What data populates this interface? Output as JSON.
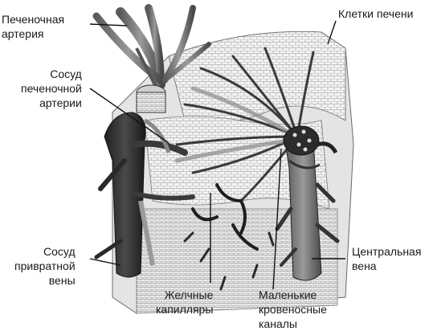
{
  "labels": {
    "hepatic_artery": "Печеночная\nартерия",
    "hepatic_artery_vessel": "Сосуд\nпеченочной\nартерии",
    "portal_vein_vessel": "Сосуд\nпривратной\nвены",
    "liver_cells": "Клетки печени",
    "central_vein": "Центральная\nвена",
    "bile_capillaries": "Желчные\nкапилляры",
    "small_blood_channels": "Маленькие\nкровеносные\nканалы"
  },
  "colors": {
    "vessel_dark": "#2b2b2b",
    "vessel_mid": "#6e6e6e",
    "tissue_light": "#d9d9d9",
    "tissue_cell": "#f2f2f2",
    "leader_line": "#111111"
  }
}
